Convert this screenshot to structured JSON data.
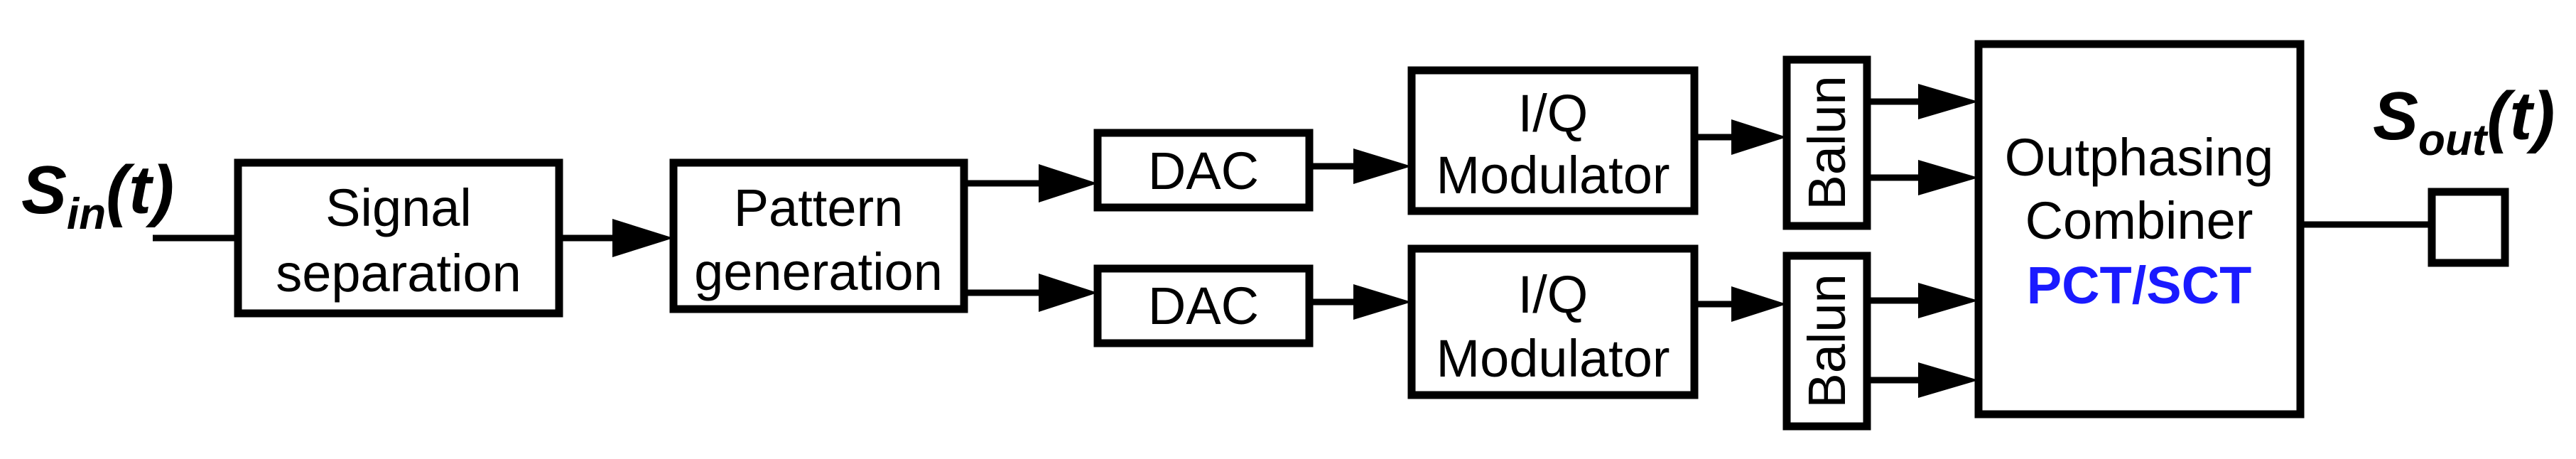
{
  "input_signal": {
    "base": "S",
    "sub": "in",
    "arg": "(t)"
  },
  "output_signal": {
    "base": "S",
    "sub": "out",
    "arg": "(t)"
  },
  "blocks": {
    "signal_separation": [
      "Signal",
      "separation"
    ],
    "pattern_generation": [
      "Pattern",
      "generation"
    ],
    "dac": "DAC",
    "iq_modulator": [
      "I/Q",
      "Modulator"
    ],
    "balun": "Balun",
    "combiner": [
      "Outphasing",
      "Combiner"
    ],
    "combiner_type": "PCT/SCT"
  },
  "colors": {
    "accent": "#1a1aff",
    "line": "#000000",
    "background": "#ffffff"
  }
}
